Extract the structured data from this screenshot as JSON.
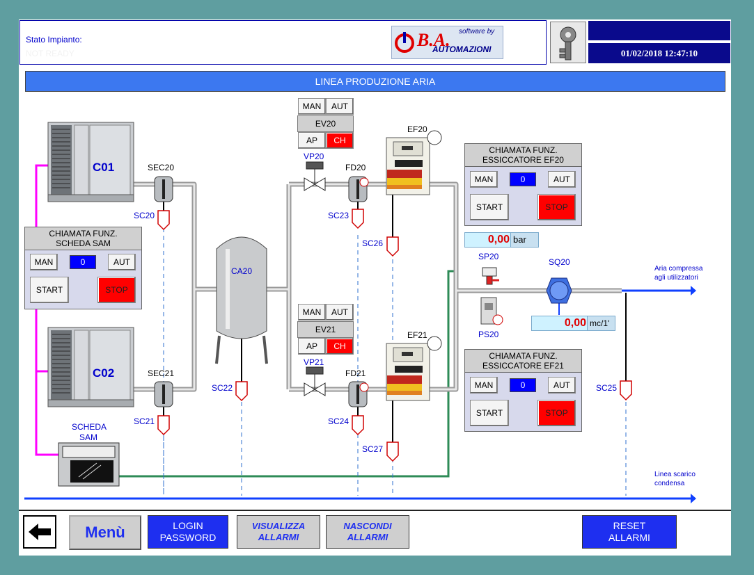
{
  "header": {
    "plant_state_label": "Stato Impianto:",
    "plant_state_value": "NOT READY",
    "logo_tagline": "software by",
    "logo_brand": "B.A.",
    "logo_company": "AUTOMAZIONI",
    "datetime": "01/02/2018 12:47:10"
  },
  "title_bar": "LINEA PRODUZIONE ARIA",
  "compressors": [
    {
      "id": "C01"
    },
    {
      "id": "C02"
    }
  ],
  "sam_panel": {
    "title_1": "CHIAMATA FUNZ.",
    "title_2": "SCHEDA SAM",
    "man": "MAN",
    "value": "0",
    "aut": "AUT",
    "start": "START",
    "stop": "STOP"
  },
  "sam_board_label_1": "SCHEDA",
  "sam_board_label_2": "SAM",
  "tags": {
    "sec20": "SEC20",
    "sec21": "SEC21",
    "sc20": "SC20",
    "sc21": "SC21",
    "sc22": "SC22",
    "sc23": "SC23",
    "sc24": "SC24",
    "sc25": "SC25",
    "sc26": "SC26",
    "sc27": "SC27",
    "ca20": "CA20",
    "vp20": "VP20",
    "vp21": "VP21",
    "fd20": "FD20",
    "fd21": "FD21",
    "ef20": "EF20",
    "ef21": "EF21",
    "sp20": "SP20",
    "ps20": "PS20",
    "sq20": "SQ20"
  },
  "ev20": {
    "man": "MAN",
    "aut": "AUT",
    "name": "EV20",
    "ap": "AP",
    "ch": "CH"
  },
  "ev21": {
    "man": "MAN",
    "aut": "AUT",
    "name": "EV21",
    "ap": "AP",
    "ch": "CH"
  },
  "ef20_panel": {
    "title_1": "CHIAMATA FUNZ.",
    "title_2": "ESSICCATORE EF20",
    "man": "MAN",
    "value": "0",
    "aut": "AUT",
    "start": "START",
    "stop": "STOP"
  },
  "ef21_panel": {
    "title_1": "CHIAMATA FUNZ.",
    "title_2": "ESSICCATORE EF21",
    "man": "MAN",
    "value": "0",
    "aut": "AUT",
    "start": "START",
    "stop": "STOP"
  },
  "pressure": {
    "value": "0,00",
    "unit": "bar"
  },
  "flow": {
    "value": "0,00",
    "unit": "mc/1'"
  },
  "outlet_label_1": "Aria compressa",
  "outlet_label_2": "agli utilizzatori",
  "drain_label_1": "Linea scarico",
  "drain_label_2": "condensa",
  "nav": {
    "menu": "Menù",
    "login_1": "LOGIN",
    "login_2": "PASSWORD",
    "alarms_show_1": "VISUALIZZA",
    "alarms_show_2": "ALLARMI",
    "alarms_hide_1": "NASCONDI",
    "alarms_hide_2": "ALLARMI",
    "reset_1": "RESET",
    "reset_2": "ALLARMI"
  },
  "colors": {
    "frame": "#5f9ea0",
    "title_bar": "#3c78f0",
    "header_dark": "#0a0a8c",
    "pipe": "#c8c8c8",
    "green_line": "#2e8b57",
    "magenta_line": "#ff00ff",
    "blue_line": "#1040ff"
  }
}
